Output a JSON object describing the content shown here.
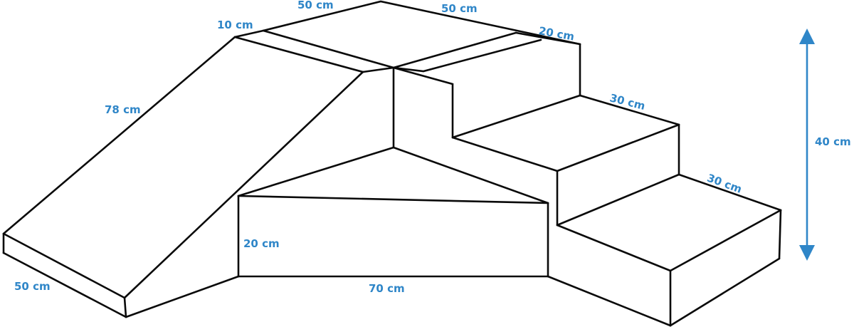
{
  "figure": {
    "subject": "Soft play foam climbing set with slide ramp and stairs",
    "line_color": "#0a0a0a",
    "accent_color": "#2f86c8",
    "background": "#ffffff"
  },
  "dimensions": {
    "top_platform_left_edge": "50 cm",
    "top_platform_right_edge": "50 cm",
    "ramp_thickness": "10 cm",
    "platform_extension": "20 cm",
    "ramp_length": "78 cm",
    "ramp_width": "50 cm",
    "front_block_height": "20 cm",
    "front_block_length": "70 cm",
    "upper_step_depth": "30 cm",
    "lower_step_depth": "30 cm",
    "total_height": "40 cm"
  },
  "height_arrow": {
    "label": "40 cm",
    "direction": "vertical-double-headed"
  }
}
